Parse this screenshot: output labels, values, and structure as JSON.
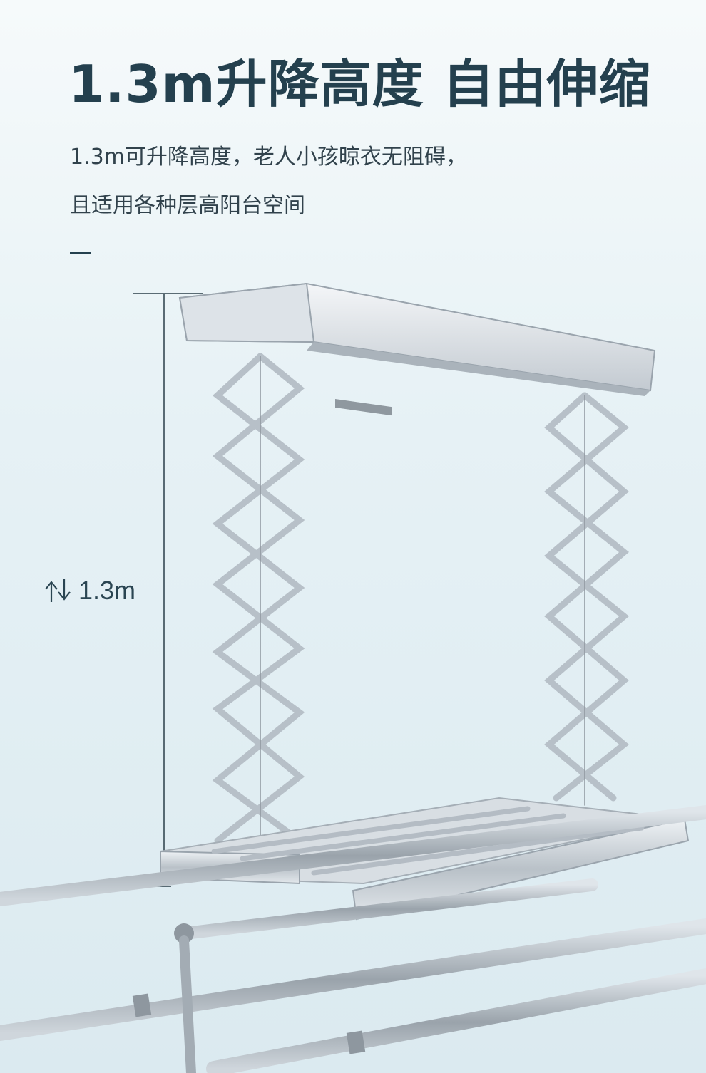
{
  "headline": "1.3m升降高度 自由伸缩",
  "subtitle_line1": "1.3m可升降高度，老人小孩晾衣无阻碍，",
  "subtitle_line2": "且适用各种层高阳台空间",
  "dimension": {
    "label": "1.3m",
    "icon": "up-down-arrows-icon"
  },
  "colors": {
    "headline": "#24404e",
    "background": "#e6f1f5",
    "metal": "#c9d0d6"
  }
}
